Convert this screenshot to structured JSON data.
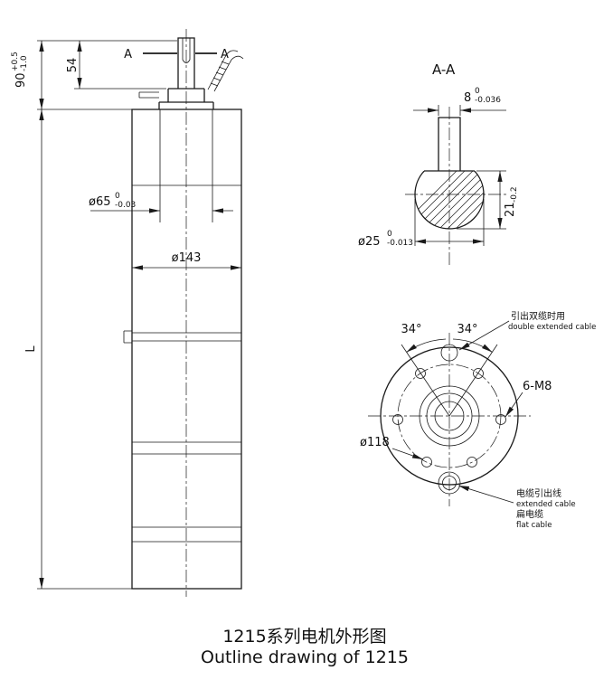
{
  "title": {
    "cn": "1215系列电机外形图",
    "en": "Outline drawing of 1215"
  },
  "side_view": {
    "section_a_left": "A",
    "section_a_right": "A",
    "dim_shaft_len": "54",
    "dim_head_len": "90",
    "dim_head_tol_up": "+0.5",
    "dim_head_tol_dn": "-1.0",
    "dim_pilot": "ø65",
    "dim_pilot_tol_up": "0",
    "dim_pilot_tol_dn": "-0.03",
    "dim_body": "ø143",
    "dim_total": "L"
  },
  "section_view": {
    "label": "A-A",
    "dim_key_w": "8",
    "dim_key_tol_up": "0",
    "dim_key_tol_dn": "-0.036",
    "dim_flat": "21",
    "dim_flat_tol": "-0.2",
    "dim_shaft": "ø25",
    "dim_shaft_tol_up": "0",
    "dim_shaft_tol_dn": "-0.013"
  },
  "end_view": {
    "angle_l": "34°",
    "angle_r": "34°",
    "bolts": "6-M8",
    "bolt_circle": "ø118",
    "note_double_cn": "引出双缆时用",
    "note_double_en": "double extended cable",
    "note_cable_cn": "电缆引出线",
    "note_cable_en": "extended cable",
    "note_flat_cn": "扁电缆",
    "note_flat_en": "flat cable"
  }
}
